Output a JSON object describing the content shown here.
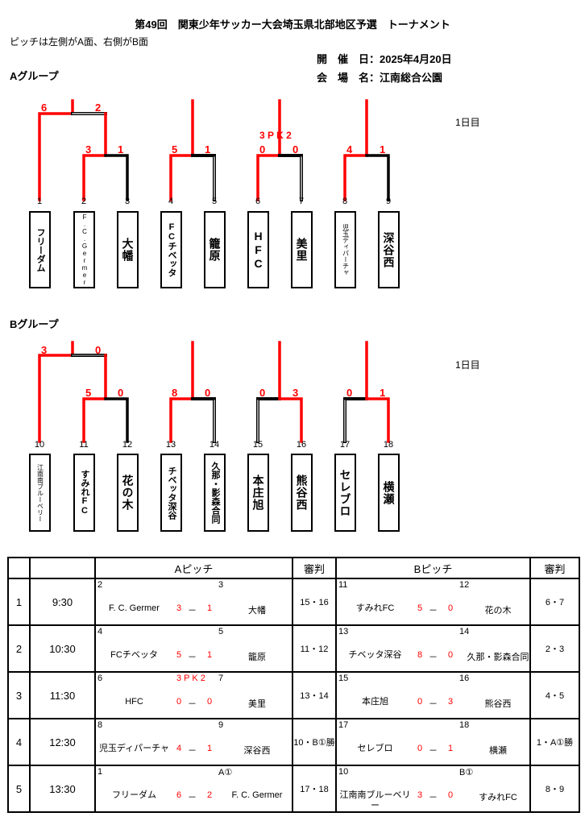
{
  "header": {
    "title": "第49回　関東少年サッカー大会埼玉県北部地区予選　トーナメント",
    "note": "ピッチは左側がA面、右側がB面",
    "date": "開　催　日：2025年4月20日",
    "venue": "会　場　名：江南総合公園"
  },
  "groups": [
    {
      "label": "Aグループ",
      "day": "1日目",
      "teams": [
        {
          "no": "1",
          "name": "フリーダム"
        },
        {
          "no": "2",
          "name": "F.C.Germer"
        },
        {
          "no": "3",
          "name": "大幡"
        },
        {
          "no": "4",
          "name": "FCチベッタ"
        },
        {
          "no": "5",
          "name": "籠原"
        },
        {
          "no": "6",
          "name": "HFC"
        },
        {
          "no": "7",
          "name": "美里"
        },
        {
          "no": "8",
          "name": "児玉ディパーチャ"
        },
        {
          "no": "9",
          "name": "深谷西"
        }
      ],
      "scores": {
        "final_l": "6",
        "final_r": "2",
        "m1_l": "3",
        "m1_r": "1",
        "m2_l": "5",
        "m2_r": "1",
        "m3_pk": "3 P K 2",
        "m3_l": "0",
        "m3_r": "0",
        "m4_l": "4",
        "m4_r": "1"
      }
    },
    {
      "label": "Bグループ",
      "day": "1日目",
      "teams": [
        {
          "no": "10",
          "name": "江南南ブルーベリー"
        },
        {
          "no": "11",
          "name": "すみれFC"
        },
        {
          "no": "12",
          "name": "花の木"
        },
        {
          "no": "13",
          "name": "チベッタ深谷"
        },
        {
          "no": "14",
          "name": "久那・影森合同"
        },
        {
          "no": "15",
          "name": "本庄旭"
        },
        {
          "no": "16",
          "name": "熊谷西"
        },
        {
          "no": "17",
          "name": "セレブロ"
        },
        {
          "no": "18",
          "name": "横瀬"
        }
      ],
      "scores": {
        "final_l": "3",
        "final_r": "0",
        "m1_l": "5",
        "m1_r": "0",
        "m2_l": "8",
        "m2_r": "0",
        "m3_l": "0",
        "m3_r": "3",
        "m4_l": "0",
        "m4_r": "1"
      }
    }
  ],
  "schedule": {
    "headers": {
      "a": "Aピッチ",
      "ref_a": "審判",
      "b": "Bピッチ",
      "ref_b": "審判"
    },
    "rows": [
      {
        "no": "1",
        "time": "9:30",
        "a": {
          "ln": "2",
          "rn": "3",
          "lt": "F. C. Germer",
          "ls": "3",
          "dash": "－",
          "rs": "1",
          "rt": "大幡"
        },
        "ref_a": "15・16",
        "b": {
          "ln": "11",
          "rn": "12",
          "lt": "すみれFC",
          "ls": "5",
          "dash": "－",
          "rs": "0",
          "rt": "花の木"
        },
        "ref_b": "6・7"
      },
      {
        "no": "2",
        "time": "10:30",
        "a": {
          "ln": "4",
          "rn": "5",
          "lt": "FCチベッタ",
          "ls": "5",
          "dash": "－",
          "rs": "1",
          "rt": "籠原"
        },
        "ref_a": "11・12",
        "b": {
          "ln": "13",
          "rn": "14",
          "lt": "チベッタ深谷",
          "ls": "8",
          "dash": "－",
          "rs": "0",
          "rt": "久那・影森合同"
        },
        "ref_b": "2・3"
      },
      {
        "no": "3",
        "time": "11:30",
        "a": {
          "ln": "6",
          "rn": "7",
          "pk": "3 P K 2",
          "lt": "HFC",
          "ls": "0",
          "dash": "－",
          "rs": "0",
          "rt": "美里"
        },
        "ref_a": "13・14",
        "b": {
          "ln": "15",
          "rn": "16",
          "lt": "本庄旭",
          "ls": "0",
          "dash": "－",
          "rs": "3",
          "rt": "熊谷西"
        },
        "ref_b": "4・5"
      },
      {
        "no": "4",
        "time": "12:30",
        "a": {
          "ln": "8",
          "rn": "9",
          "lt": "児玉ディパーチャ",
          "ls": "4",
          "dash": "－",
          "rs": "1",
          "rt": "深谷西"
        },
        "ref_a": "10・B①勝",
        "b": {
          "ln": "17",
          "rn": "18",
          "lt": "セレブロ",
          "ls": "0",
          "dash": "－",
          "rs": "1",
          "rt": "横瀬"
        },
        "ref_b": "1・A①勝"
      },
      {
        "no": "5",
        "time": "13:30",
        "a": {
          "ln": "1",
          "rn": "A①",
          "lt": "フリーダム",
          "ls": "6",
          "dash": "－",
          "rs": "2",
          "rt": "F. C. Germer"
        },
        "ref_a": "17・18",
        "b": {
          "ln": "10",
          "rn": "B①",
          "lt": "江南南ブルーベリー",
          "ls": "3",
          "dash": "－",
          "rs": "0",
          "rt": "すみれFC"
        },
        "ref_b": "8・9"
      }
    ]
  }
}
